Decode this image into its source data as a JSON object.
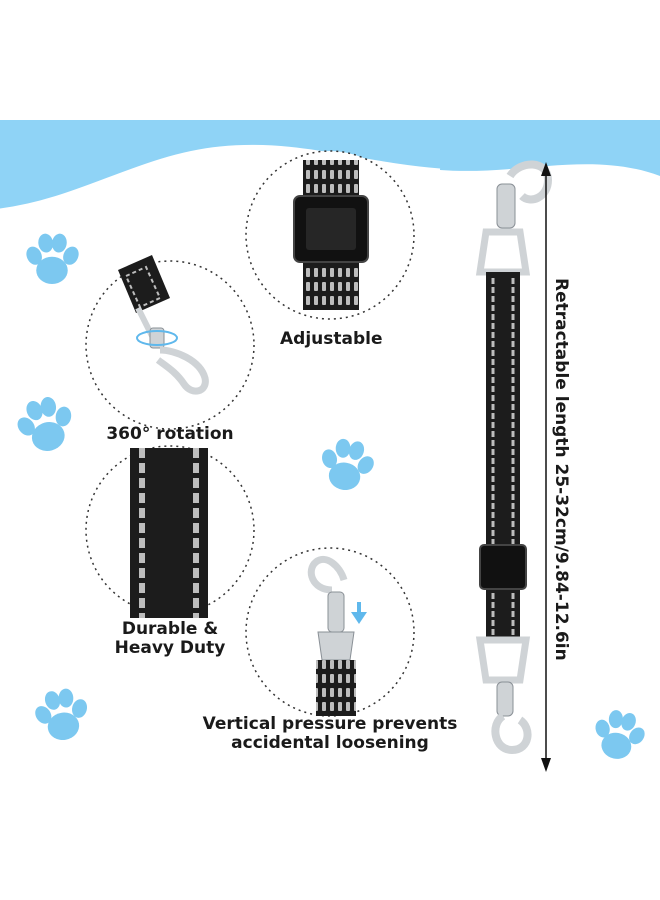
{
  "colors": {
    "sky_blue": "#8fd3f6",
    "paw_blue": "#7cc8f0",
    "strap_black": "#1c1c1c",
    "reflective_gray": "#bdbdbd",
    "metal": "#cfd3d6"
  },
  "labels": {
    "adjustable": "Adjustable",
    "rotation": "360° rotation",
    "durable_line1": "Durable &",
    "durable_line2": "Heavy Duty",
    "pressure_line1": "Vertical pressure prevents",
    "pressure_line2": "accidental loosening",
    "length": "Retractable length 25-32cm/9.84-12.6in"
  },
  "icons": [
    "paw-icon",
    "down-arrow-icon",
    "rotation-ring-icon",
    "double-arrow-icon"
  ]
}
